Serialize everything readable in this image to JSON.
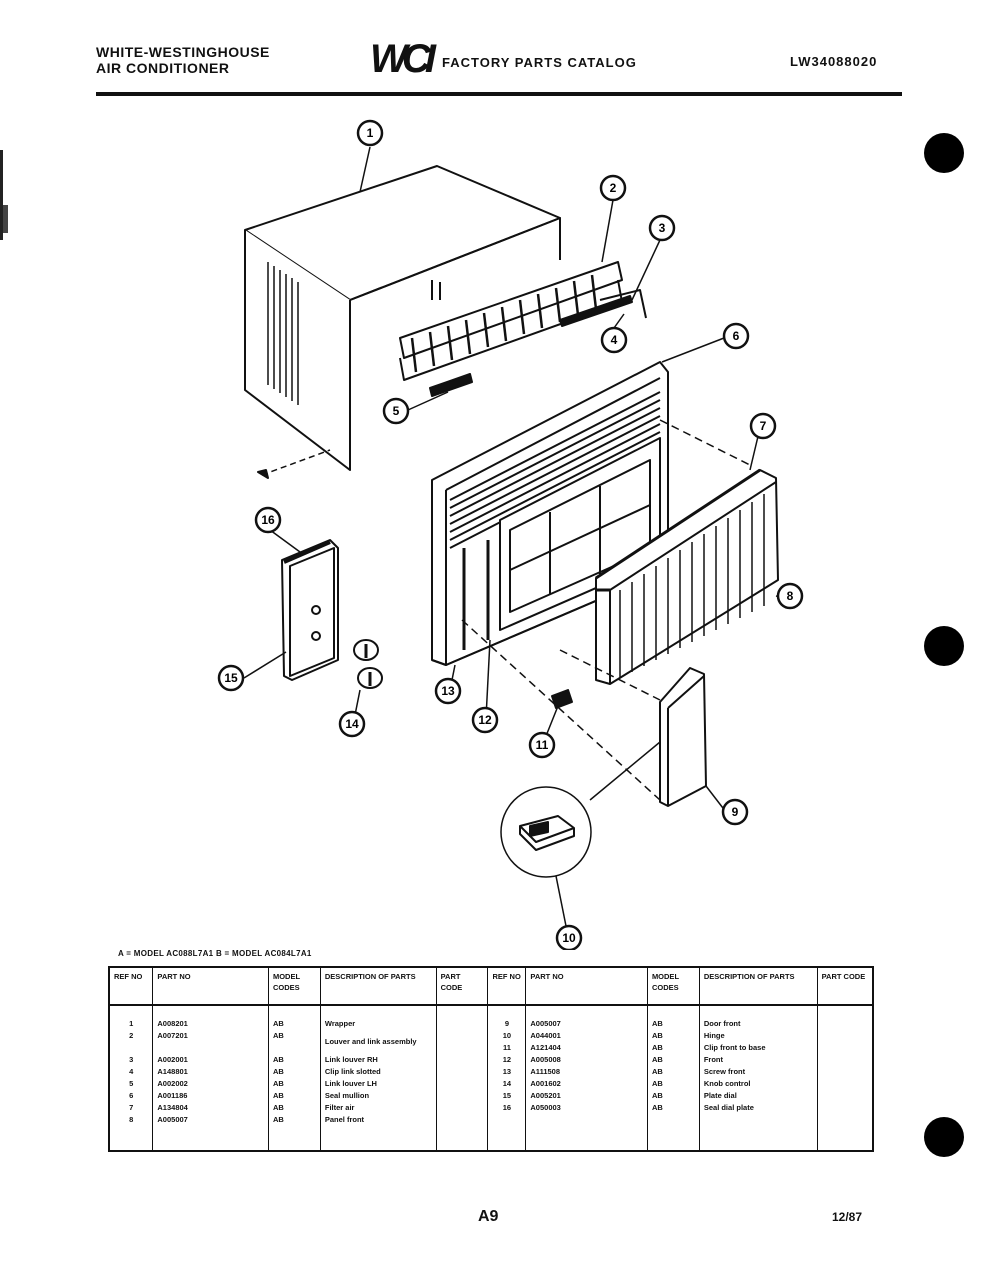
{
  "header": {
    "brand_line1": "WHITE-WESTINGHOUSE",
    "brand_line2": "AIR CONDITIONER",
    "logo_text": "WCI",
    "catalog_title": "FACTORY PARTS CATALOG",
    "catalog_number": "LW34088020"
  },
  "callouts": [
    "1",
    "2",
    "3",
    "4",
    "5",
    "6",
    "7",
    "8",
    "9",
    "10",
    "11",
    "12",
    "13",
    "14",
    "15",
    "16"
  ],
  "model_line": "A = MODEL AC088L7A1   B = MODEL AC084L7A1",
  "table": {
    "headers": {
      "ref": "REF NO",
      "part": "PART NO",
      "codes": "MODEL CODES",
      "desc": "DESCRIPTION OF PARTS",
      "pcode": "PART CODE"
    },
    "left_rows": [
      {
        "ref": "1",
        "part": "A008201",
        "codes": "AB",
        "desc": "Wrapper"
      },
      {
        "ref": "2",
        "part": "A007201",
        "codes": "AB",
        "desc": "Louver and link assembly"
      },
      {
        "ref": "3",
        "part": "A002001",
        "codes": "AB",
        "desc": "Link louver RH"
      },
      {
        "ref": "4",
        "part": "A148801",
        "codes": "AB",
        "desc": "Clip link slotted"
      },
      {
        "ref": "5",
        "part": "A002002",
        "codes": "AB",
        "desc": "Link louver LH"
      },
      {
        "ref": "6",
        "part": "A001186",
        "codes": "AB",
        "desc": "Seal mullion"
      },
      {
        "ref": "7",
        "part": "A134804",
        "codes": "AB",
        "desc": "Filter air"
      },
      {
        "ref": "8",
        "part": "A005007",
        "codes": "AB",
        "desc": "Panel front"
      }
    ],
    "right_rows": [
      {
        "ref": "9",
        "part": "A005007",
        "codes": "AB",
        "desc": "Door front"
      },
      {
        "ref": "10",
        "part": "A044001",
        "codes": "AB",
        "desc": "Hinge"
      },
      {
        "ref": "11",
        "part": "A121404",
        "codes": "AB",
        "desc": "Clip front to base"
      },
      {
        "ref": "12",
        "part": "A005008",
        "codes": "AB",
        "desc": "Front"
      },
      {
        "ref": "13",
        "part": "A111508",
        "codes": "AB",
        "desc": "Screw front"
      },
      {
        "ref": "14",
        "part": "A001602",
        "codes": "AB",
        "desc": "Knob control"
      },
      {
        "ref": "15",
        "part": "A005201",
        "codes": "AB",
        "desc": "Plate dial"
      },
      {
        "ref": "16",
        "part": "A050003",
        "codes": "AB",
        "desc": "Seal dial plate"
      }
    ]
  },
  "footer": {
    "page": "A9",
    "date": "12/87"
  }
}
